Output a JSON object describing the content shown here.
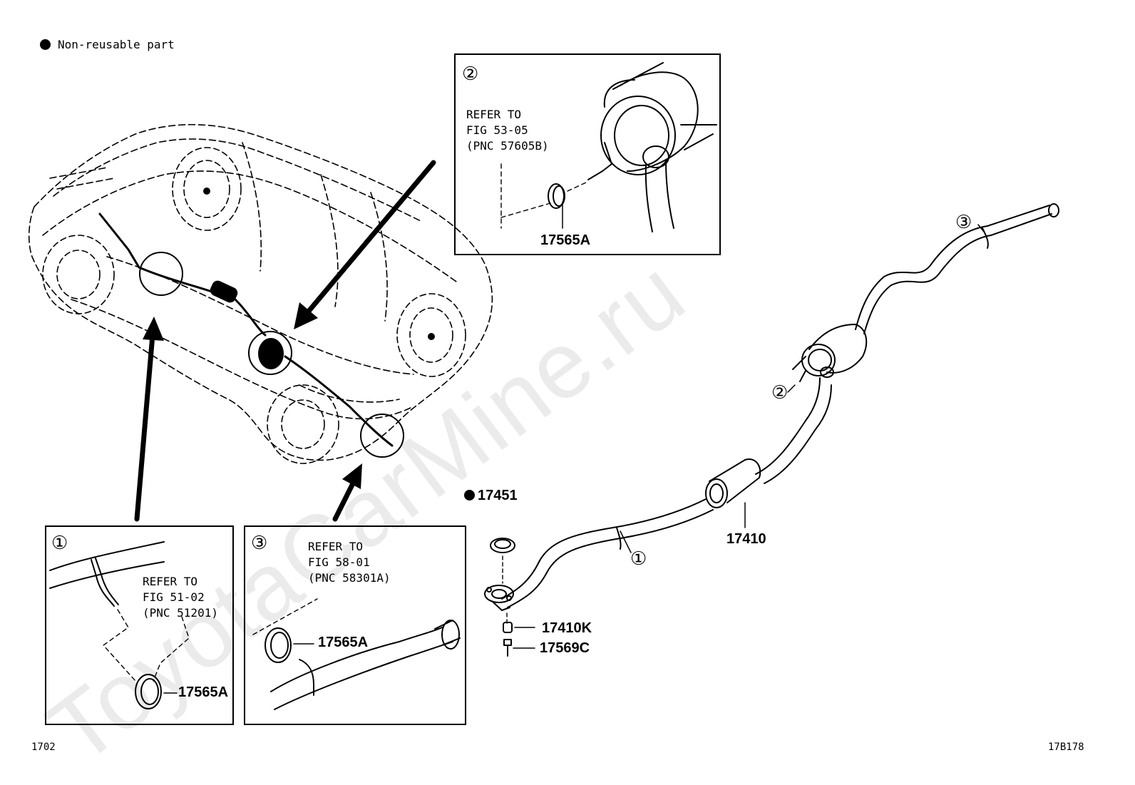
{
  "legend": {
    "text": "Non-reusable part"
  },
  "watermark": "ToyotaCarMine.ru",
  "insets": [
    {
      "marker": "②",
      "refer": "REFER TO\nFIG 53-05\n(PNC 57605B)",
      "part": "17565A"
    },
    {
      "marker": "①",
      "refer": "REFER TO\nFIG 51-02\n(PNC 51201)",
      "part": "17565A"
    },
    {
      "marker": "③",
      "refer": "REFER TO\nFIG 58-01\n(PNC 58301A)",
      "part": "17565A"
    }
  ],
  "main_parts": {
    "gasket": "17451",
    "pipe": "17410",
    "spring": "17410K",
    "bolt": "17569C"
  },
  "callouts": {
    "c1": "①",
    "c2": "②",
    "c3": "③"
  },
  "footer": {
    "left": "1702",
    "right": "17B178"
  }
}
